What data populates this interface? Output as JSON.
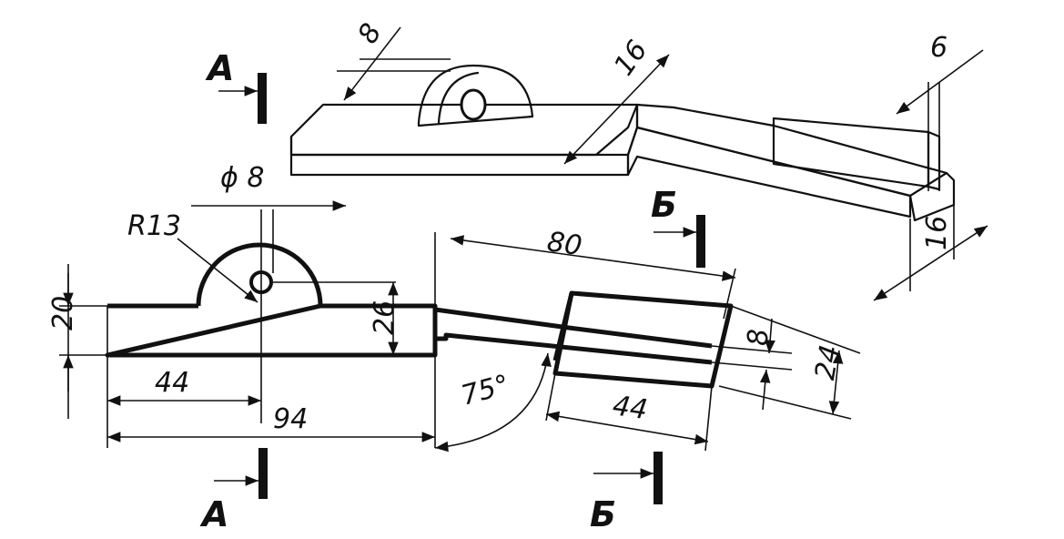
{
  "labels": {
    "section_a": "А",
    "section_b": "Б",
    "dim_8_top": "8",
    "dim_16_top": "16",
    "dim_6": "6",
    "dim_16_side": "16",
    "dim_phi8": "ϕ 8",
    "dim_r13": "R13",
    "dim_20": "20",
    "dim_26": "26",
    "dim_44_left": "44",
    "dim_94": "94",
    "dim_80": "80",
    "dim_8_right": "8",
    "dim_24": "24",
    "dim_44_right": "44",
    "dim_75": "75°"
  }
}
